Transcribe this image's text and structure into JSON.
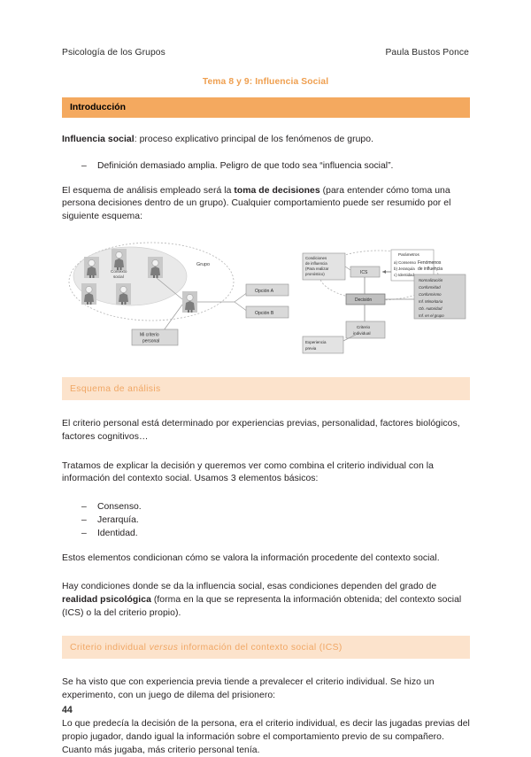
{
  "header": {
    "course": "Psicología de los Grupos",
    "author": "Paula Bustos Ponce"
  },
  "doc_title": "Tema 8 y 9: Influencia Social",
  "page_number": "44",
  "sections": [
    {
      "id": "introduccion",
      "label": "Introducción",
      "style": "solid"
    },
    {
      "id": "esquema-de-analisis",
      "label": "Esquema de análisis",
      "style": "light"
    },
    {
      "id": "criterio-individual",
      "label_a": "Criterio individual ",
      "label_em": "versus",
      "label_b": " información del contexto social (ICS)",
      "style": "light"
    }
  ],
  "body": {
    "p1_bold": "Influencia social",
    "p1_rest": ": proceso explicativo principal de los fenómenos de grupo.",
    "bullet1": "Definición demasiado amplia. Peligro de que todo sea “influencia social”.",
    "p2_a": "El esquema de análisis empleado será la ",
    "p2_bold": "toma de decisiones",
    "p2_b": " (para entender cómo toma una persona decisiones dentro de un grupo). Cualquier comportamiento puede ser resumido por el siguiente esquema:",
    "p3": "El criterio personal está determinado por experiencias previas, personalidad, factores biológicos, factores cognitivos…",
    "p4": "Tratamos de explicar la decisión y queremos ver como combina el criterio individual con la información del contexto social. Usamos 3 elementos básicos:",
    "elements": [
      "Consenso.",
      "Jerarquía.",
      "Identidad."
    ],
    "p5": "Estos elementos condicionan cómo se valora la información procedente del contexto social.",
    "p6_a": "Hay condiciones donde se da la influencia social, esas condiciones dependen del grado de ",
    "p6_bold": "realidad psicológica",
    "p6_b": " (forma en la que se representa la información obtenida; del contexto social (ICS) o la del criterio propio).",
    "p7": "Se ha visto que con experiencia previa tiende a prevalecer el criterio individual. Se hizo un experimento, con un juego de dilema del prisionero:",
    "p8": "Lo que predecía la decisión de la persona, era el criterio individual, es decir las jugadas previas del propio jugador, dando igual la información sobre el comportamiento previo de su compañero. Cuanto más jugaba, más criterio personal tenía."
  },
  "figure": {
    "left_diagram": {
      "outer_label": "Grupo",
      "inner_label_line1": "Contexto",
      "inner_label_line2": "social",
      "option_a": "Opción A",
      "option_b": "Opción B",
      "own_criterion_line1": "Mi criterio",
      "own_criterion_line2": "personal",
      "person_count_inner": 5,
      "person_count_outer": 1
    },
    "right_diagram": {
      "ics_box": "ICS",
      "parameters_title": "Parámetros",
      "parameters": [
        "a) Consenso",
        "b) Jerarquía",
        "c) Identidad"
      ],
      "conditions_box_lines": [
        "Condiciones",
        "de influencia",
        "(Para realizar",
        "pronóstico)"
      ],
      "decision_box": "Decisión",
      "criterion_box_line1": "Criterio",
      "criterion_box_line2": "individual",
      "experience_box_lines": [
        "Experiencia",
        "previa"
      ],
      "phenomena_title_line1": "Fenómenos",
      "phenomena_title_line2": "de influencia",
      "phenomena": [
        "Normalización",
        "Conformidad",
        "Conformismo",
        "Inf. Minoritaria",
        "Ob. Autoridad",
        "Inf. en el grupo"
      ]
    },
    "colors": {
      "box_fill": "#d9d9d9",
      "box_stroke": "#7f7f7f",
      "ellipse_fill": "#e8e8e8",
      "line": "#9a9a9a"
    }
  }
}
